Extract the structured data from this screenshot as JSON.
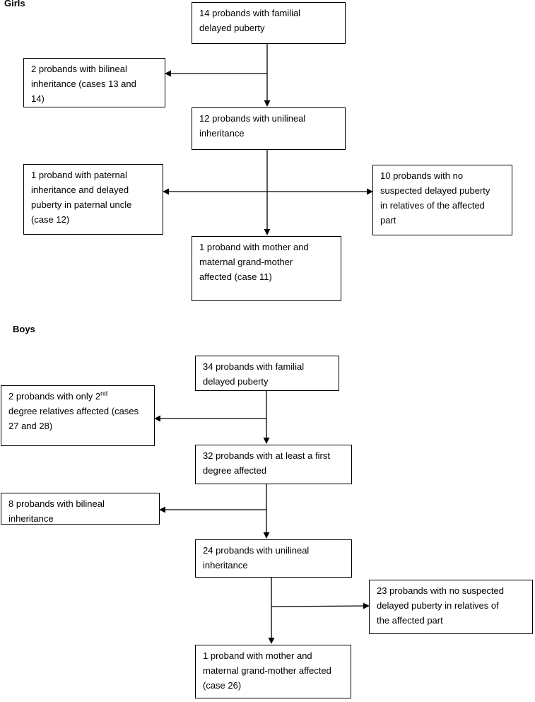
{
  "girls": {
    "label": "Girls",
    "start": "14 probands with familial\ndelayed puberty",
    "bilineal": "2 probands with bilineal\ninheritance (cases 13 and\n14)",
    "unilineal": "12 probands with unilineal\ninheritance",
    "paternal": "1 proband with paternal\ninheritance and delayed\npuberty in paternal uncle\n(case 12)",
    "no_suspected": "10 probands with no\nsuspected delayed puberty\nin relatives of the affected\npart",
    "maternal": "1 proband with mother and\nmaternal grand-mother\naffected (case 11)"
  },
  "boys": {
    "label": "Boys",
    "start": "34 probands with familial\ndelayed puberty",
    "second_degree_a": "2 probands with only 2",
    "second_degree_sup": "nd",
    "second_degree_b": "\ndegree relatives affected (cases\n27 and 28)",
    "first_degree": "32 probands with at least a first\ndegree affected",
    "bilineal": "8 probands with bilineal\ninheritance",
    "unilineal": "24 probands with unilineal\ninheritance",
    "no_suspected": "23 probands with no suspected\ndelayed puberty in relatives of\nthe affected part",
    "maternal": "1 proband with mother and\nmaternal grand-mother affected\n(case 26)"
  }
}
